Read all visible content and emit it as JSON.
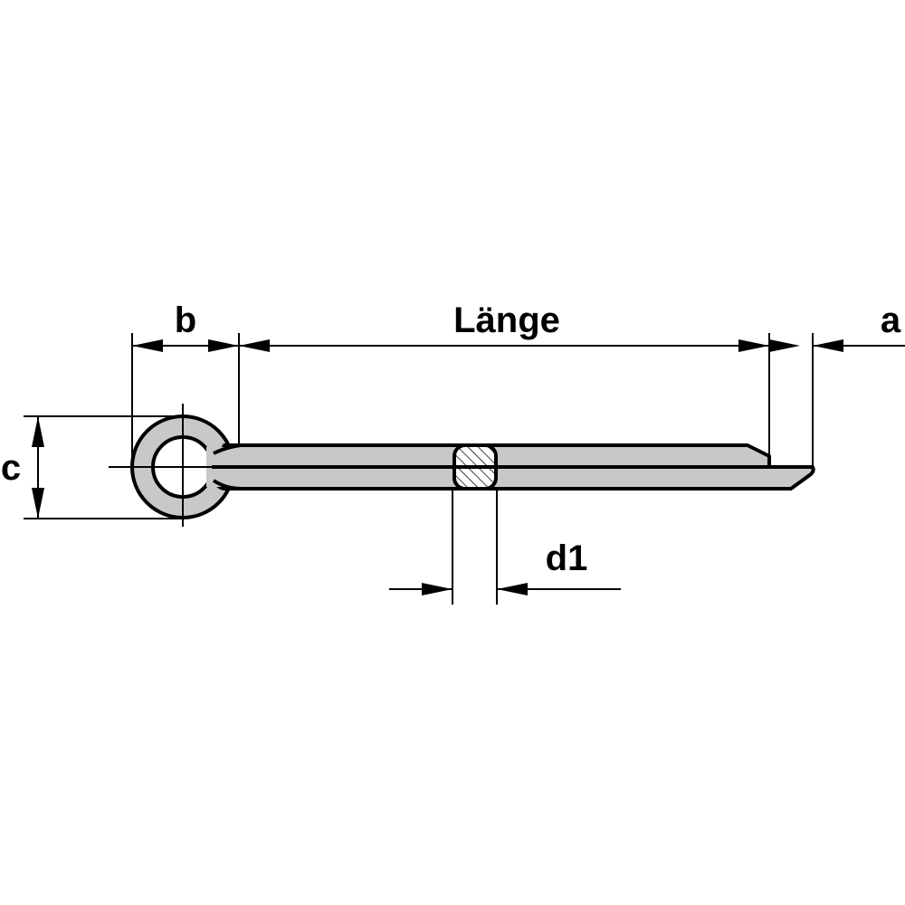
{
  "labels": {
    "b": "b",
    "length": "Länge",
    "a": "a",
    "c": "c",
    "d1": "d1"
  },
  "colors": {
    "line": "#000000",
    "body_fill": "#c8c8c8",
    "background": "#ffffff"
  }
}
